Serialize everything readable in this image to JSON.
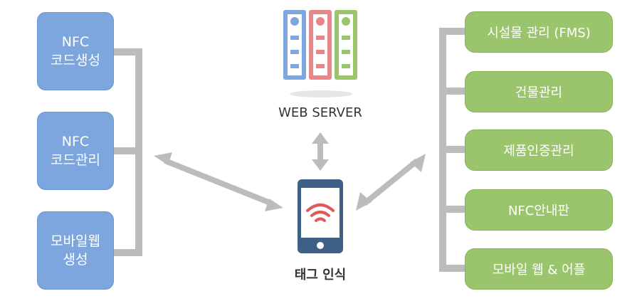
{
  "left_boxes": [
    {
      "line1": "NFC",
      "line2": "코드생성"
    },
    {
      "line1": "NFC",
      "line2": "코드관리"
    },
    {
      "line1": "모바일웹",
      "line2": "생성"
    }
  ],
  "right_boxes": [
    "시설물 관리 (FMS)",
    "건물관리",
    "제품인증관리",
    "NFC안내판",
    "모바일 웹 & 어플"
  ],
  "server_label": "WEB SERVER",
  "device_label": "태그 인식",
  "colors": {
    "blue_box": "#7ea6de",
    "green_box": "#9bc56d",
    "connector": "#bcbcbc",
    "server_blue": "#7ea6de",
    "server_red": "#e8868a",
    "server_green": "#9bc56d",
    "device": "#3e5f86",
    "nfc_signal": "#e05a5a"
  }
}
